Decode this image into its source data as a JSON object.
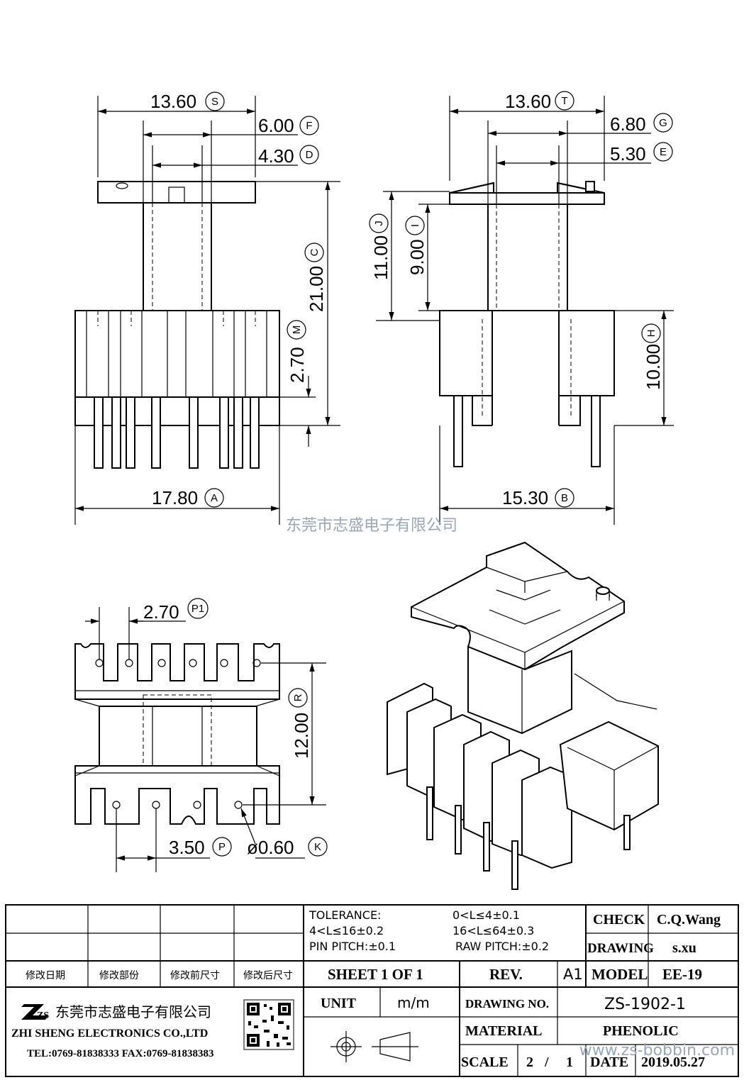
{
  "dimensions": {
    "front": {
      "S": {
        "value": "13.60",
        "tag": "S"
      },
      "F": {
        "value": "6.00",
        "tag": "F"
      },
      "D": {
        "value": "4.30",
        "tag": "D"
      },
      "C": {
        "value": "21.00",
        "tag": "C"
      },
      "M": {
        "value": "2.70",
        "tag": "M"
      },
      "A": {
        "value": "17.80",
        "tag": "A"
      }
    },
    "side": {
      "T": {
        "value": "13.60",
        "tag": "T"
      },
      "G": {
        "value": "6.80",
        "tag": "G"
      },
      "E": {
        "value": "5.30",
        "tag": "E"
      },
      "J": {
        "value": "11.00",
        "tag": "J"
      },
      "I": {
        "value": "9.00",
        "tag": "I"
      },
      "H": {
        "value": "10.00",
        "tag": "H"
      },
      "B": {
        "value": "15.30",
        "tag": "B"
      }
    },
    "bottom": {
      "P1": {
        "value": "2.70",
        "tag": "P1"
      },
      "R": {
        "value": "12.00",
        "tag": "R"
      },
      "P": {
        "value": "3.50",
        "tag": "P"
      },
      "K": {
        "value": "ø0.60",
        "tag": "K"
      }
    }
  },
  "watermark_company": "东莞市志盛电子有限公司",
  "watermark_url": "www.zs-bobbin.com",
  "title_block": {
    "tolerance": {
      "label": "TOLERANCE:",
      "t1": "0<L≤4±0.1",
      "t2": "4<L≤16±0.2",
      "t3": "16<L≤64±0.3",
      "pin_pitch": "PIN PITCH:±0.1",
      "raw_pitch": "RAW PITCH:±0.2"
    },
    "check_label": "CHECK",
    "check_value": "C.Q.Wang",
    "drawing_label": "DRAWING",
    "drawing_value": "s.xu",
    "revision_headers": [
      "修改日期",
      "修改部份",
      "修改前尺寸",
      "修改后尺寸"
    ],
    "sheet": "SHEET 1 OF 1",
    "rev_label": "REV.",
    "rev_value": "A1",
    "model_label": "MODEL",
    "model_value": "EE-19",
    "unit_label": "UNIT",
    "unit_value": "m/m",
    "drawing_no_label": "DRAWING NO.",
    "drawing_no_value": "ZS-1902-1",
    "material_label": "MATERIAL",
    "material_value": "PHENOLIC",
    "scale_label": "SCALE",
    "scale_num": "2",
    "scale_sep": "/",
    "scale_den": "1",
    "date_label": "DATE",
    "date_value": "2019.05.27",
    "company_logo": "ZS",
    "company_cn": "东莞市志盛电子有限公司",
    "company_en": "ZHI SHENG ELECTRONICS CO.,LTD",
    "company_contact": "TEL:0769-81838333 FAX:0769-81838383"
  }
}
